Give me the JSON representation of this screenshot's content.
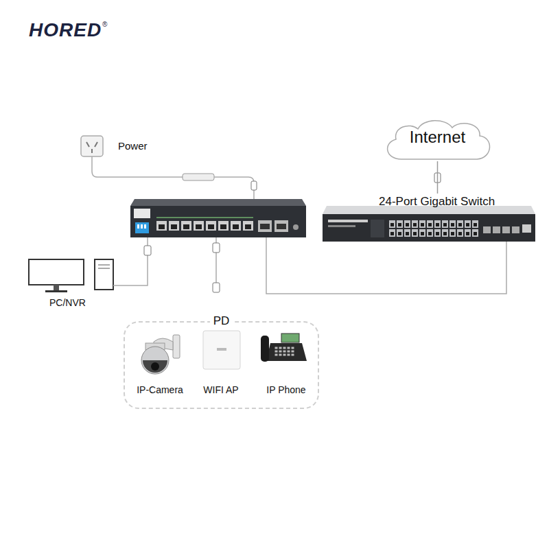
{
  "diagram": {
    "nodes": [
      {
        "text": [
          "Power"
        ]
      },
      {
        "text": [
          "Internet"
        ]
      },
      {
        "text": [
          "24-Port Gigabit Switch"
        ]
      },
      {
        "text": [
          "PC/NVR"
        ]
      },
      {
        "text": [
          "PD"
        ]
      },
      {
        "text": [
          "IP-Camera"
        ],
        "in": 4
      },
      {
        "text": [
          "WIFI AP"
        ],
        "in": 4
      },
      {
        "text": [
          "IP Phone"
        ],
        "in": 4
      }
    ],
    "edges": [
      {
        "from": 1,
        "to": 2,
        "arrow": "none"
      }
    ],
    "labels": [
      "HORED",
      "®"
    ]
  }
}
